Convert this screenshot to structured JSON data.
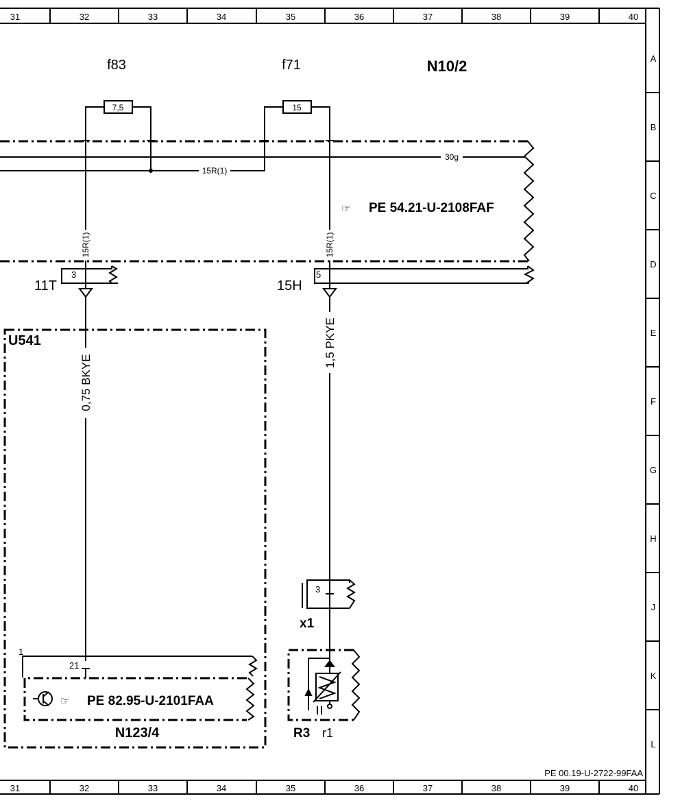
{
  "grid": {
    "columns": [
      "31",
      "32",
      "33",
      "34",
      "35",
      "36",
      "37",
      "38",
      "39",
      "40"
    ],
    "rows": [
      "A",
      "B",
      "C",
      "D",
      "E",
      "F",
      "G",
      "H",
      "J",
      "K",
      "L"
    ]
  },
  "fuses": {
    "f83": {
      "name": "f83",
      "rating": "7,5"
    },
    "f71": {
      "name": "f71",
      "rating": "15"
    }
  },
  "module": {
    "name": "N10/2",
    "ref": "PE  54.21-U-2108FAF",
    "ref_icon": "hand-pointer-icon"
  },
  "lines": {
    "l30g": "30g",
    "l15r_main": "15R(1)",
    "l15r_left": "15R(1)",
    "l15r_right": "15R(1)"
  },
  "connectors": {
    "c11t": {
      "name": "11T",
      "pin": "3"
    },
    "c15h": {
      "name": "15H",
      "pin": "5"
    },
    "x1": {
      "name": "x1",
      "pin": "3"
    }
  },
  "wires": {
    "w1": "0,75 BKYE",
    "w2": "1,5 PKYE"
  },
  "u541": {
    "name": "U541"
  },
  "n123": {
    "name": "N123/4",
    "ref": "PE  82.95-U-2101FAA",
    "pin_outer": "1",
    "pin_inner": "21",
    "ref_icon": "hand-pointer-icon",
    "device_icon": "transistor-icon"
  },
  "r3": {
    "name": "R3",
    "sub": "r1",
    "icon": "thermistor-icon"
  },
  "footer": {
    "doc_id": "PE 00.19-U-2722-99FAA"
  }
}
